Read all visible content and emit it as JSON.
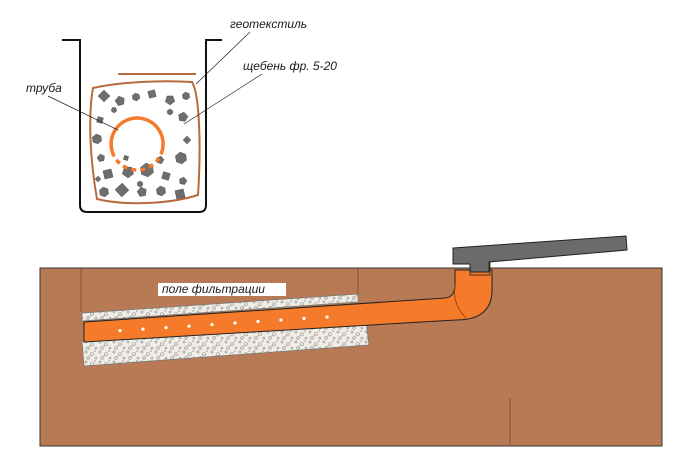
{
  "labels": {
    "geotextile": "геотекстиль",
    "gravel": "щебень фр. 5-20",
    "pipe": "труба",
    "filtration_field": "поле фильтрации"
  },
  "colors": {
    "soil": "#b87a55",
    "pipe": "#f57a2a",
    "geotextile_line": "#b86a3c",
    "stone": "#6e6e6e",
    "outflow_cap": "#6b6b6b",
    "gravel_bed": "#eeece3"
  }
}
